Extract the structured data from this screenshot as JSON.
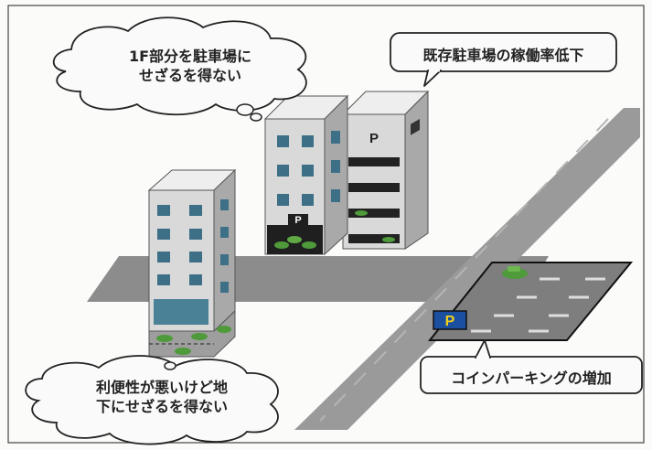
{
  "callouts": {
    "cloud_top_line1": "1F部分を駐車場に",
    "cloud_top_line2": "せざるを得ない",
    "cloud_bottom_line1": "利便性が悪いけど地",
    "cloud_bottom_line2": "下にせざるを得ない",
    "box_top": "既存駐車場の稼働率低下",
    "box_bottom": "コインパーキングの増加"
  },
  "signs": {
    "parking_letter": "P"
  },
  "colors": {
    "road": "#8c8c8c",
    "road_light": "#9a9a9a",
    "building_front": "#d9d9d9",
    "building_side": "#a9a9a9",
    "building_top": "#eeeeee",
    "window": "#3d6f86",
    "car": "#4f9a3a",
    "parking_sign": "#1b4fa0",
    "parking_sign_text": "#f2d018",
    "lot_surface": "#7e7e7e",
    "outline": "#333333"
  }
}
